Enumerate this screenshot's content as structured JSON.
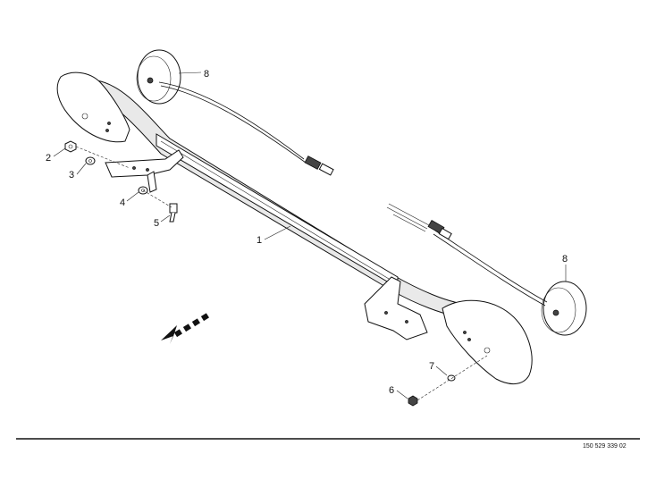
{
  "diagram": {
    "callouts": [
      {
        "id": "c1",
        "text": "1"
      },
      {
        "id": "c2",
        "text": "2"
      },
      {
        "id": "c3",
        "text": "3"
      },
      {
        "id": "c4",
        "text": "4"
      },
      {
        "id": "c5",
        "text": "5"
      },
      {
        "id": "c6",
        "text": "6"
      },
      {
        "id": "c7",
        "text": "7"
      },
      {
        "id": "c8a",
        "text": "8"
      },
      {
        "id": "c8b",
        "text": "8"
      }
    ],
    "document_number": "150 529 339 02",
    "direction_icon": "travel-direction-arrow-icon"
  }
}
